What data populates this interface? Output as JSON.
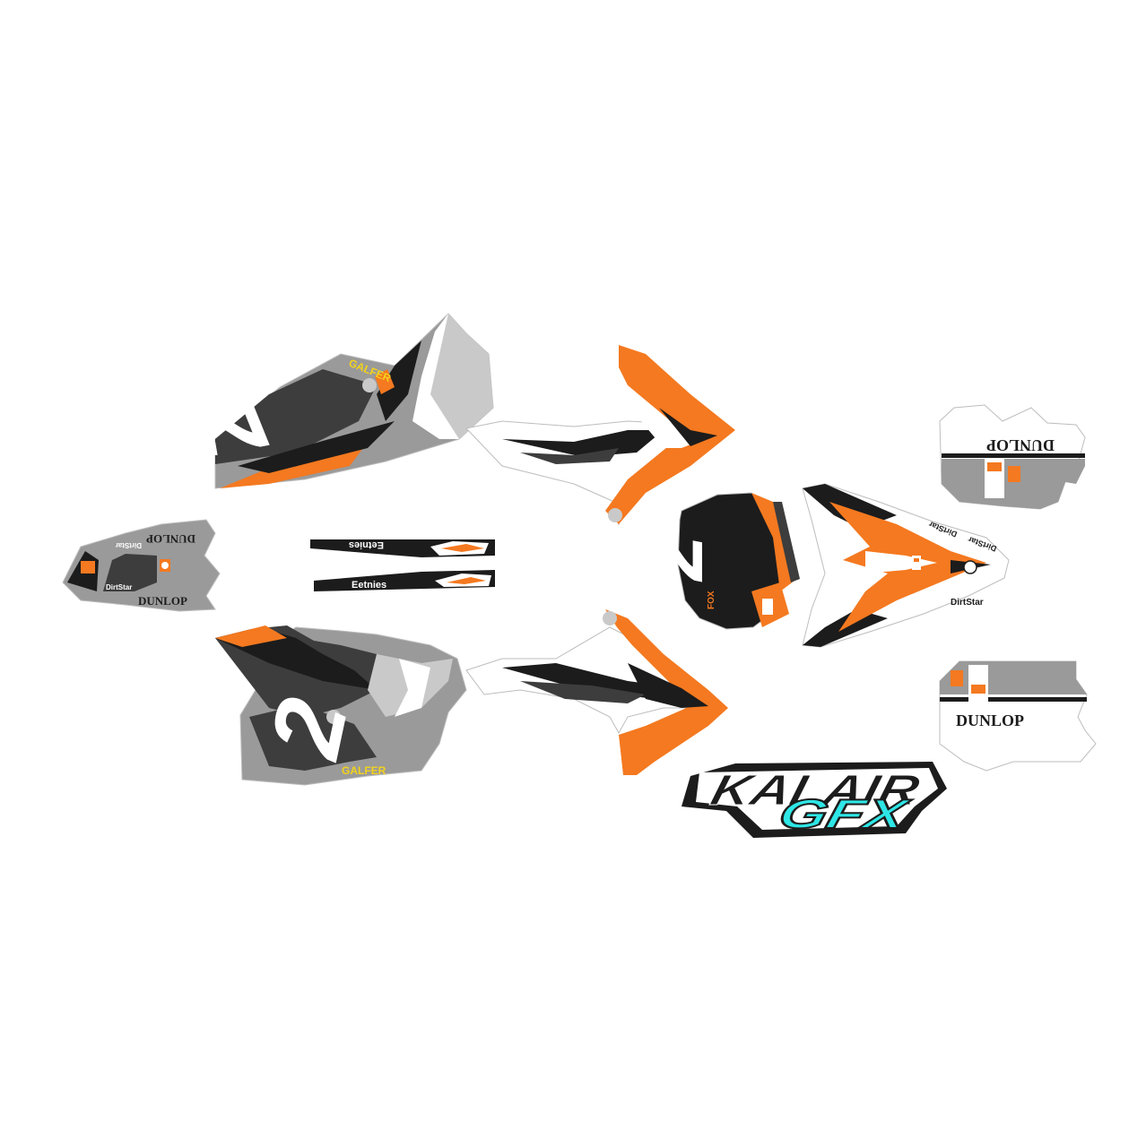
{
  "colors": {
    "orange": "#f47920",
    "black": "#1c1c1c",
    "dark_grey": "#3d3d3d",
    "mid_grey": "#9a9a9a",
    "light_grey": "#c9c9c9",
    "white": "#ffffff",
    "yellow": "#f3d21b",
    "cyan": "#2ee6e6",
    "outline": "#bdbdbd"
  },
  "kit": {
    "race_number": "2",
    "brands": {
      "dunlop": "DUNLOP",
      "galfer": "GALFER",
      "dirtstar": "DirtStar",
      "etnies": "Eetnies",
      "fox": "FOX"
    }
  },
  "logo": {
    "line1": "KALAIR",
    "line2": "GFX"
  }
}
